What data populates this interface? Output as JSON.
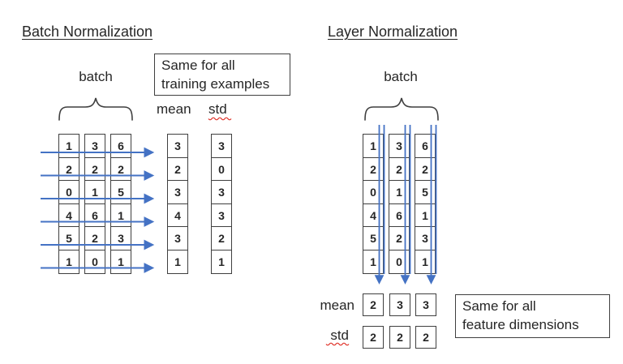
{
  "batch_norm": {
    "title": "Batch Normalization",
    "batch_label": "batch",
    "note_line1": "Same for all",
    "note_line2": "training examples",
    "mean_label": "mean",
    "std_label": "std",
    "matrix": [
      [
        1,
        3,
        6
      ],
      [
        2,
        2,
        2
      ],
      [
        0,
        1,
        5
      ],
      [
        4,
        6,
        1
      ],
      [
        5,
        2,
        3
      ],
      [
        1,
        0,
        1
      ]
    ],
    "mean": [
      3,
      2,
      3,
      4,
      3,
      1
    ],
    "std": [
      3,
      0,
      3,
      3,
      2,
      1
    ]
  },
  "layer_norm": {
    "title": "Layer Normalization",
    "batch_label": "batch",
    "note_line1": "Same for all",
    "note_line2": "feature dimensions",
    "mean_label": "mean",
    "std_label": "std",
    "matrix": [
      [
        1,
        3,
        6
      ],
      [
        2,
        2,
        2
      ],
      [
        0,
        1,
        5
      ],
      [
        4,
        6,
        1
      ],
      [
        5,
        2,
        3
      ],
      [
        1,
        0,
        1
      ]
    ],
    "mean": [
      2,
      3,
      3
    ],
    "std": [
      2,
      2,
      2
    ]
  },
  "colors": {
    "arrow_blue": "#4472C4",
    "box_border": "#3F3F3F",
    "text": "#262626",
    "spellcheck_red": "#E0342B"
  }
}
